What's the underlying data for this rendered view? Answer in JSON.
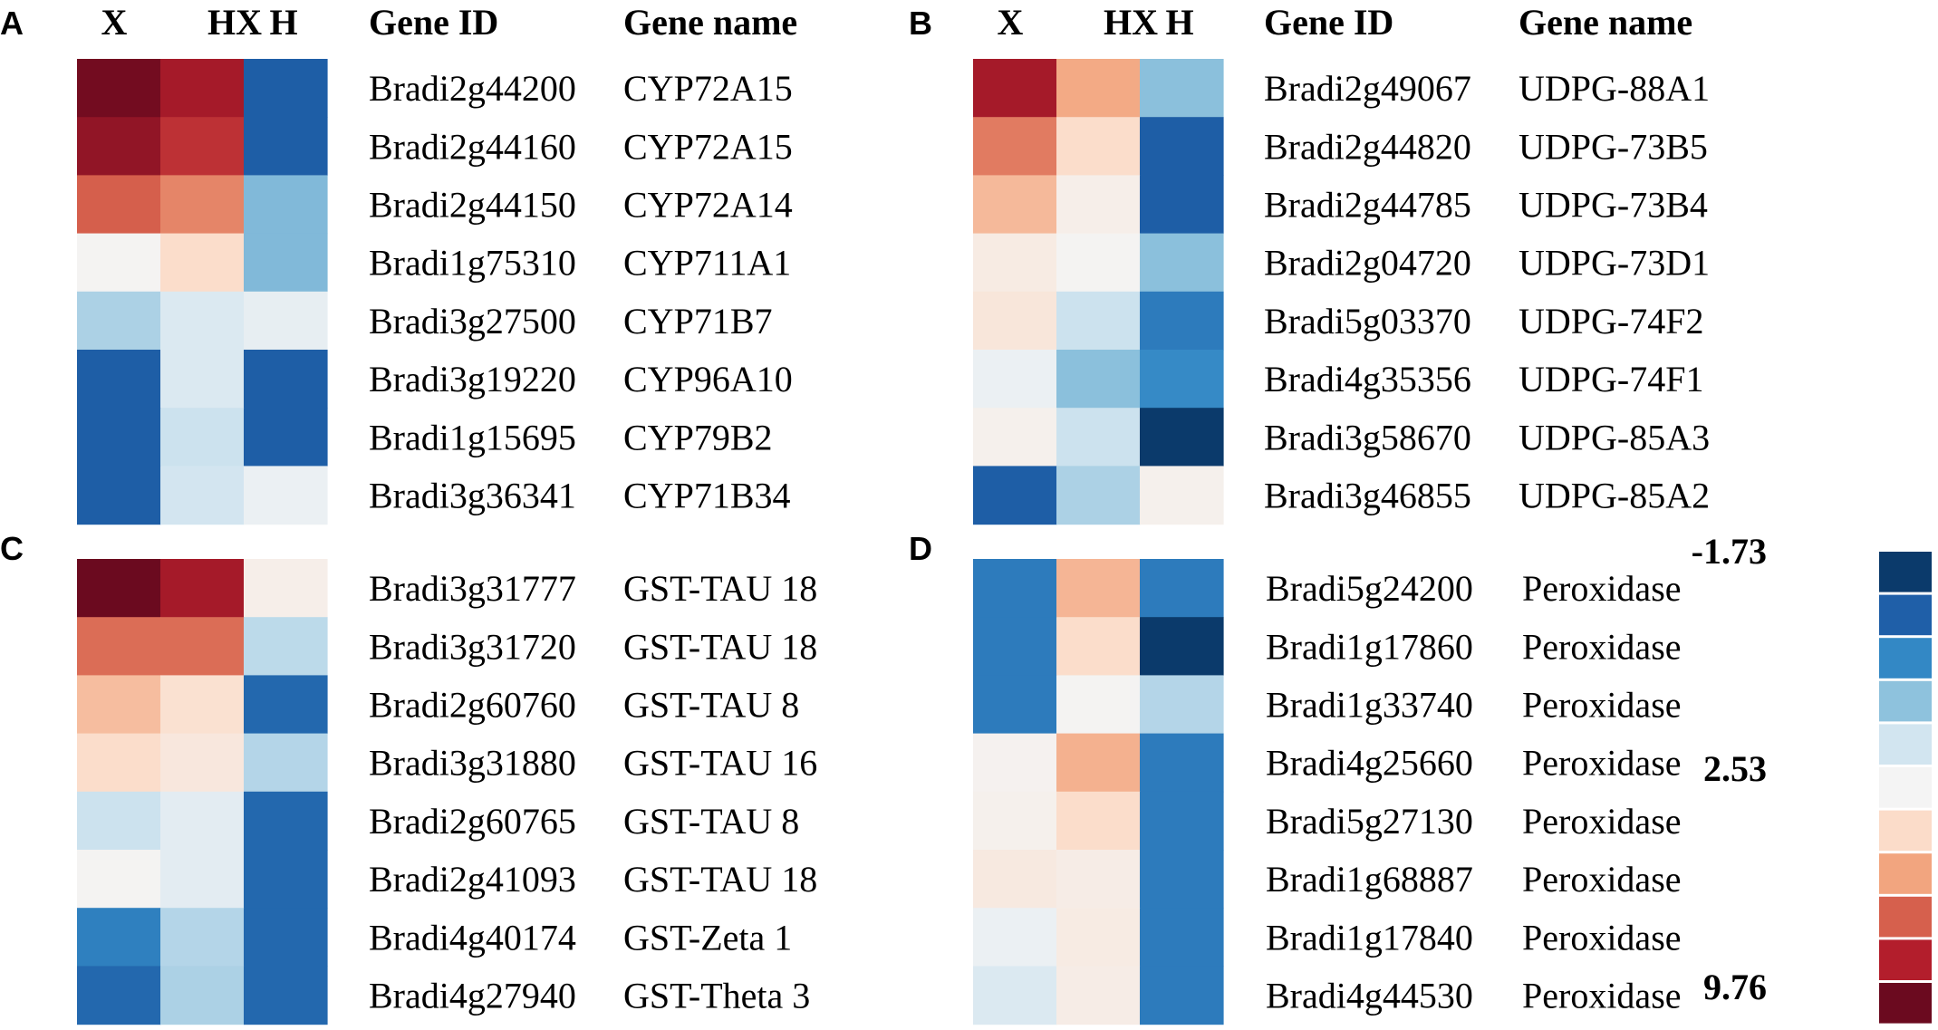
{
  "chart_data": [
    {
      "type": "heatmap",
      "panel": "A",
      "columns": [
        "X",
        "HX",
        "H"
      ],
      "label_headers": [
        "Gene ID",
        "Gene name"
      ],
      "rows": [
        {
          "gene_id": "Bradi2g44200",
          "gene_name": "CYP72A15",
          "values": [
            9.6,
            8.6,
            -0.9
          ]
        },
        {
          "gene_id": "Bradi2g44160",
          "gene_name": "CYP72A15",
          "values": [
            9.0,
            7.9,
            -0.9
          ]
        },
        {
          "gene_id": "Bradi2g44150",
          "gene_name": "CYP72A14",
          "values": [
            6.9,
            6.1,
            0.7
          ]
        },
        {
          "gene_id": "Bradi1g75310",
          "gene_name": "CYP711A1",
          "values": [
            2.6,
            3.9,
            0.7
          ]
        },
        {
          "gene_id": "Bradi3g27500",
          "gene_name": "CYP71B7",
          "values": [
            1.2,
            1.9,
            2.2
          ]
        },
        {
          "gene_id": "Bradi3g19220",
          "gene_name": "CYP96A10",
          "values": [
            -0.9,
            1.9,
            -0.9
          ]
        },
        {
          "gene_id": "Bradi1g15695",
          "gene_name": "CYP79B2",
          "values": [
            -0.9,
            1.6,
            -0.9
          ]
        },
        {
          "gene_id": "Bradi3g36341",
          "gene_name": "CYP71B34",
          "values": [
            -0.9,
            1.7,
            2.3
          ]
        }
      ]
    },
    {
      "type": "heatmap",
      "panel": "B",
      "columns": [
        "X",
        "HX",
        "H"
      ],
      "label_headers": [
        "Gene ID",
        "Gene name"
      ],
      "rows": [
        {
          "gene_id": "Bradi2g49067",
          "gene_name": "UDPG-88A1",
          "values": [
            8.6,
            5.3,
            0.8
          ]
        },
        {
          "gene_id": "Bradi2g44820",
          "gene_name": "UDPG-73B5",
          "values": [
            6.3,
            3.9,
            -0.9
          ]
        },
        {
          "gene_id": "Bradi2g44785",
          "gene_name": "UDPG-73B4",
          "values": [
            4.9,
            2.9,
            -0.9
          ]
        },
        {
          "gene_id": "Bradi2g04720",
          "gene_name": "UDPG-73D1",
          "values": [
            3.1,
            2.6,
            0.8
          ]
        },
        {
          "gene_id": "Bradi5g03370",
          "gene_name": "UDPG-74F2",
          "values": [
            3.4,
            1.6,
            -0.3
          ]
        },
        {
          "gene_id": "Bradi4g35356",
          "gene_name": "UDPG-74F1",
          "values": [
            2.3,
            0.8,
            0.0
          ]
        },
        {
          "gene_id": "Bradi3g58670",
          "gene_name": "UDPG-85A3",
          "values": [
            2.8,
            1.6,
            -1.73
          ]
        },
        {
          "gene_id": "Bradi3g46855",
          "gene_name": "UDPG-85A2",
          "values": [
            -0.9,
            1.2,
            2.8
          ]
        }
      ]
    },
    {
      "type": "heatmap",
      "panel": "C",
      "columns": [
        "X",
        "HX",
        "H"
      ],
      "label_headers": [],
      "rows": [
        {
          "gene_id": "Bradi3g31777",
          "gene_name": "GST-TAU 18",
          "values": [
            9.76,
            8.6,
            2.9
          ]
        },
        {
          "gene_id": "Bradi3g31720",
          "gene_name": "GST-TAU 18",
          "values": [
            6.6,
            6.6,
            1.4
          ]
        },
        {
          "gene_id": "Bradi2g60760",
          "gene_name": "GST-TAU 8",
          "values": [
            4.8,
            3.7,
            -0.7
          ]
        },
        {
          "gene_id": "Bradi3g31880",
          "gene_name": "GST-TAU 16",
          "values": [
            3.9,
            3.3,
            1.3
          ]
        },
        {
          "gene_id": "Bradi2g60765",
          "gene_name": "GST-TAU 8",
          "values": [
            1.6,
            2.1,
            -0.7
          ]
        },
        {
          "gene_id": "Bradi2g41093",
          "gene_name": "GST-TAU 18",
          "values": [
            2.6,
            2.1,
            -0.7
          ]
        },
        {
          "gene_id": "Bradi4g40174",
          "gene_name": "GST-Zeta 1",
          "values": [
            -0.2,
            1.3,
            -0.7
          ]
        },
        {
          "gene_id": "Bradi4g27940",
          "gene_name": "GST-Theta 3",
          "values": [
            -0.7,
            1.2,
            -0.7
          ]
        }
      ]
    },
    {
      "type": "heatmap",
      "panel": "D",
      "columns": [
        "X",
        "HX",
        "H"
      ],
      "label_headers": [],
      "rows": [
        {
          "gene_id": "Bradi5g24200",
          "gene_name": "Peroxidase",
          "values": [
            -0.3,
            5.0,
            -0.3
          ]
        },
        {
          "gene_id": "Bradi1g17860",
          "gene_name": "Peroxidase",
          "values": [
            -0.3,
            3.9,
            -1.73
          ]
        },
        {
          "gene_id": "Bradi1g33740",
          "gene_name": "Peroxidase",
          "values": [
            -0.3,
            2.6,
            1.3
          ]
        },
        {
          "gene_id": "Bradi4g25660",
          "gene_name": "Peroxidase",
          "values": [
            2.7,
            5.1,
            -0.3
          ]
        },
        {
          "gene_id": "Bradi5g27130",
          "gene_name": "Peroxidase",
          "values": [
            2.8,
            3.9,
            -0.3
          ]
        },
        {
          "gene_id": "Bradi1g68887",
          "gene_name": "Peroxidase",
          "values": [
            3.2,
            3.0,
            -0.3
          ]
        },
        {
          "gene_id": "Bradi1g17840",
          "gene_name": "Peroxidase",
          "values": [
            2.3,
            3.1,
            -0.3
          ]
        },
        {
          "gene_id": "Bradi4g44530",
          "gene_name": "Peroxidase",
          "values": [
            1.9,
            3.0,
            -0.3
          ]
        }
      ]
    }
  ],
  "color_scale": {
    "min": -1.73,
    "mid": 2.53,
    "max": 9.76,
    "min_label": "-1.73",
    "mid_label": "2.53",
    "max_label": "9.76",
    "colors": [
      "#0b3a6b",
      "#1f5fa8",
      "#3388c5",
      "#8ec2dd",
      "#d2e5f0",
      "#f4f4f4",
      "#fbdcc9",
      "#f2a57f",
      "#d6604d",
      "#b31e2c",
      "#6b0a1f"
    ]
  }
}
